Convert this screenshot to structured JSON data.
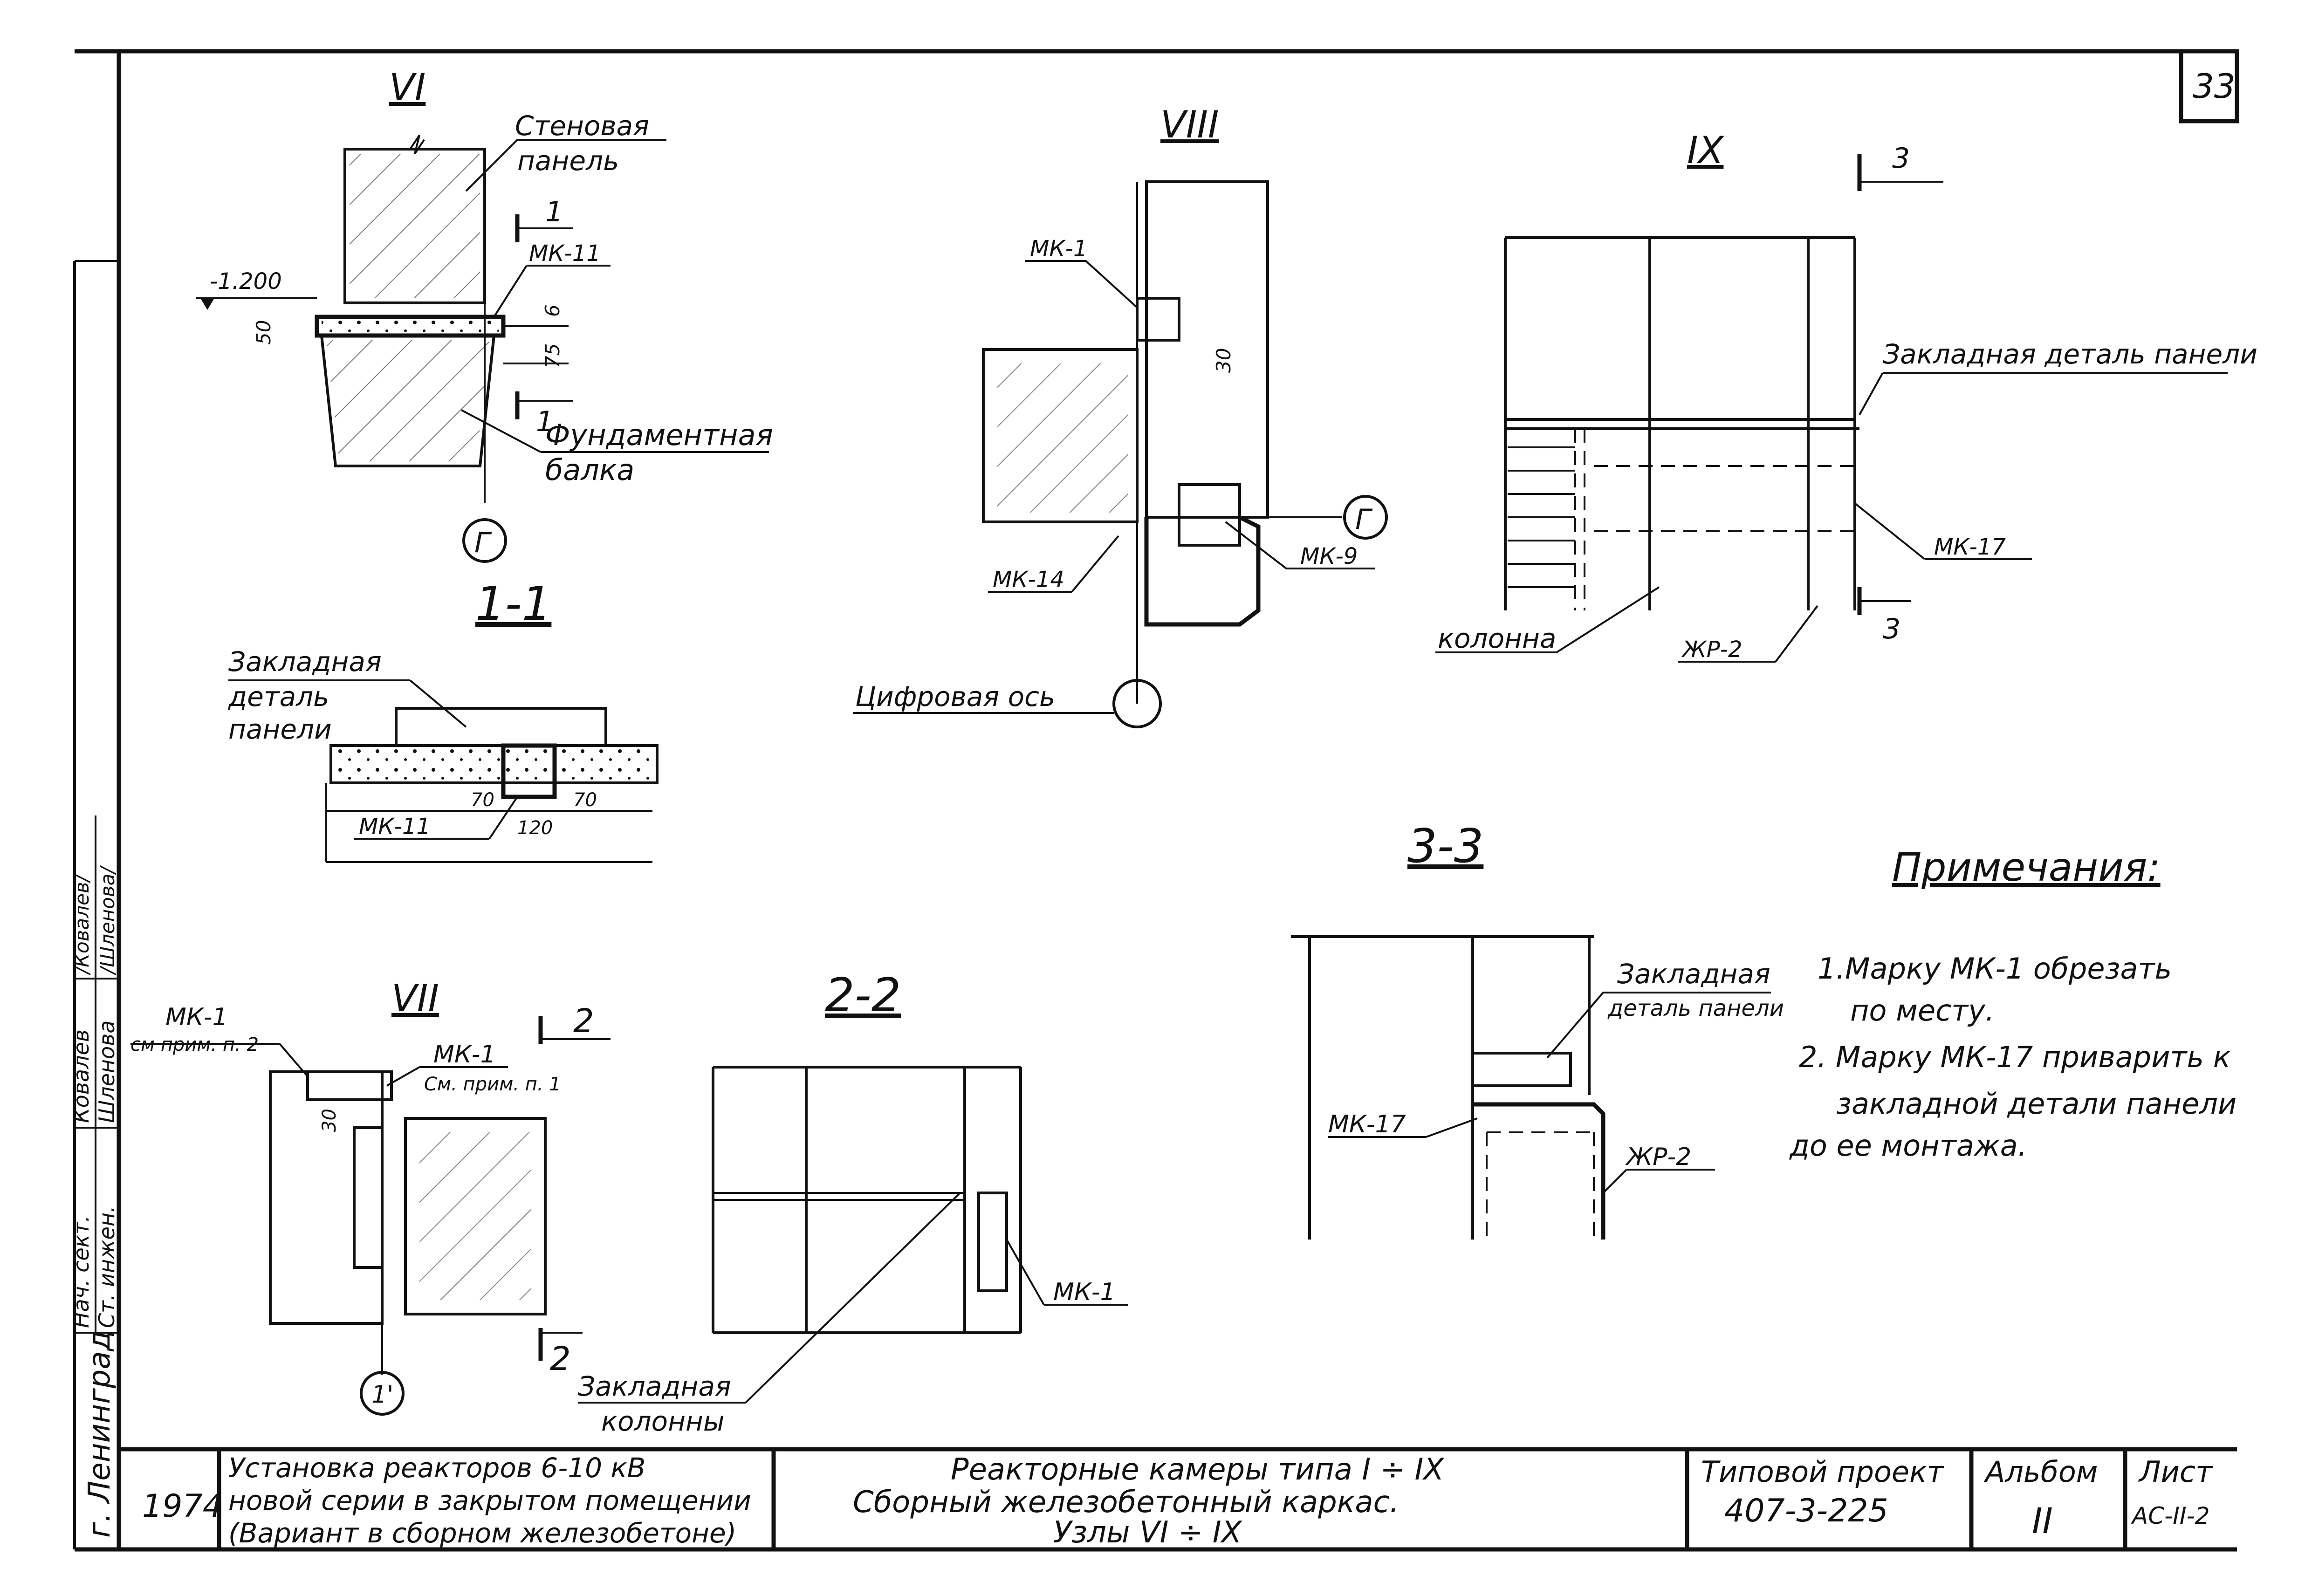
{
  "sheet_number": "33",
  "side_stamp": {
    "city": "г. Ленинград",
    "roles": [
      "Нач. сект.",
      "Ст. инжен."
    ],
    "names": [
      "Ковалев",
      "Шленова"
    ],
    "signatures": [
      "/Ковалев/",
      "/Шленова/"
    ]
  },
  "views": {
    "vi": {
      "title": "VI",
      "label_panel": [
        "Стеновая",
        "панель"
      ],
      "label_beam": [
        "Фундаментная",
        "балка"
      ],
      "elevation": "-1.200",
      "mark": "МК-11",
      "section_mark": "1",
      "dims": [
        "50",
        "6",
        "75"
      ],
      "axis": "Г"
    },
    "viii": {
      "title": "VIII",
      "marks": [
        "МК-1",
        "МК-14",
        "МК-9"
      ],
      "dim": "30",
      "axis": "Г",
      "label_axis": "Цифровая ось"
    },
    "ix": {
      "title": "IX",
      "section_mark": "3",
      "label_embedded": "Закладная деталь панели",
      "mark_mk17": "МК-17",
      "mark_zhr": "ЖР-2",
      "label_column": "колонна"
    },
    "s11": {
      "title": "1-1",
      "label_embedded": [
        "Закладная",
        "деталь",
        "панели"
      ],
      "mark": "МК-11",
      "dims": [
        "70",
        "120",
        "70"
      ]
    },
    "vii": {
      "title": "VII",
      "mark1": "МК-1",
      "note1": "см прим. п. 2",
      "mark2": "МК-1",
      "note2": "См. прим. п. 1",
      "dim": "30",
      "section_mark": "2",
      "axis": "1'"
    },
    "s22": {
      "title": "2-2",
      "mark": "МК-1",
      "label_embedded": [
        "Закладная",
        "колонны"
      ]
    },
    "s33": {
      "title": "3-3",
      "label_embedded": [
        "Закладная",
        "деталь панели"
      ],
      "mark_mk17": "МК-17",
      "mark_zhr": "ЖР-2"
    }
  },
  "notes": {
    "title": "Примечания:",
    "lines": [
      "1.Марку МК-1 обрезать",
      "по месту.",
      "2. Марку МК-17 приварить к",
      "закладной детали панели",
      "до ее монтажа."
    ]
  },
  "title_block": {
    "year": "1974",
    "project_desc": [
      "Установка реакторов 6-10 кВ",
      "новой серии в закрытом помещении",
      "(Вариант в сборном железобетоне)"
    ],
    "sheet_desc": [
      "Реакторные камеры типа I ÷ IX",
      "Сборный железобетонный каркас.",
      "Узлы VI ÷ IX"
    ],
    "project_label": "Типовой проект",
    "project_no": "407-3-225",
    "album_label": "Альбом",
    "album_no": "II",
    "sheet_label": "Лист",
    "sheet_code": "АС-II-2"
  }
}
